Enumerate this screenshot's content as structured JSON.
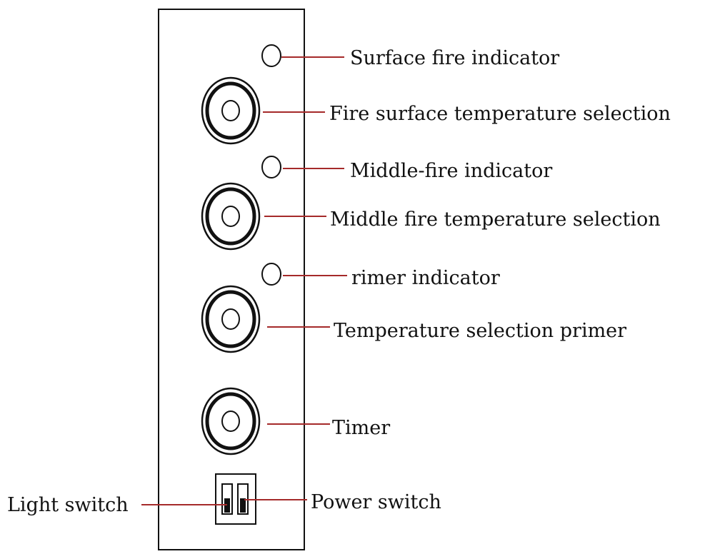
{
  "colors": {
    "leader_line": "#a52a2a",
    "outline": "#111111"
  },
  "labels": {
    "surface_fire_indicator": "Surface fire indicator",
    "fire_surface_temperature_selection": "Fire surface temperature selection",
    "middle_fire_indicator": "Middle-fire indicator",
    "middle_fire_temperature_selection": "Middle fire temperature selection",
    "primer_indicator": "rimer indicator",
    "temperature_selection_primer": "Temperature selection primer",
    "timer": "Timer",
    "light_switch": "Light switch",
    "power_switch": "Power switch"
  }
}
